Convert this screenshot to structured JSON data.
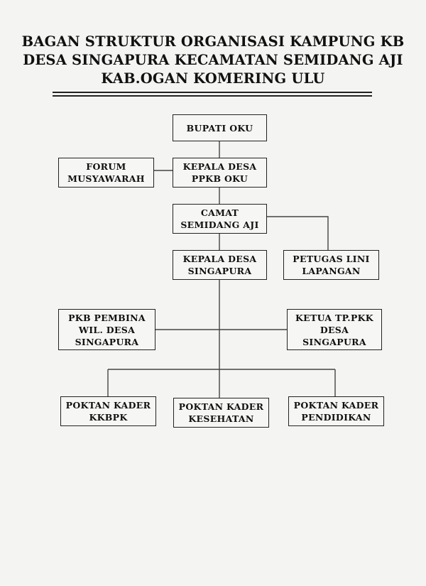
{
  "title": {
    "line1": "BAGAN STRUKTUR ORGANISASI KAMPUNG KB",
    "line2": "DESA SINGAPURA KECAMATAN SEMIDANG AJI",
    "line3": "KAB.OGAN KOMERING ULU"
  },
  "nodes": {
    "bupati": {
      "line1": "BUPATI OKU"
    },
    "forum": {
      "line1": "FORUM",
      "line2": "MUSYAWARAH"
    },
    "kepala_desa_ppkb": {
      "line1": "KEPALA DESA",
      "line2": "PPKB OKU"
    },
    "camat": {
      "line1": "CAMAT",
      "line2": "SEMIDANG AJI"
    },
    "kepala_desa_singapura": {
      "line1": "KEPALA DESA",
      "line2": "SINGAPURA"
    },
    "petugas": {
      "line1": "PETUGAS LINI",
      "line2": "LAPANGAN"
    },
    "pkb": {
      "line1": "PKB PEMBINA",
      "line2": "WIL. DESA",
      "line3": "SINGAPURA"
    },
    "ketua_pkk": {
      "line1": "KETUA TP.PKK",
      "line2": "DESA",
      "line3": "SINGAPURA"
    },
    "poktan_kkbpk": {
      "line1": "POKTAN KADER",
      "line2": "KKBPK"
    },
    "poktan_kesehatan": {
      "line1": "POKTAN KADER",
      "line2": "KESEHATAN"
    },
    "poktan_pendidikan": {
      "line1": "POKTAN KADER",
      "line2": "PENDIDIKAN"
    }
  }
}
